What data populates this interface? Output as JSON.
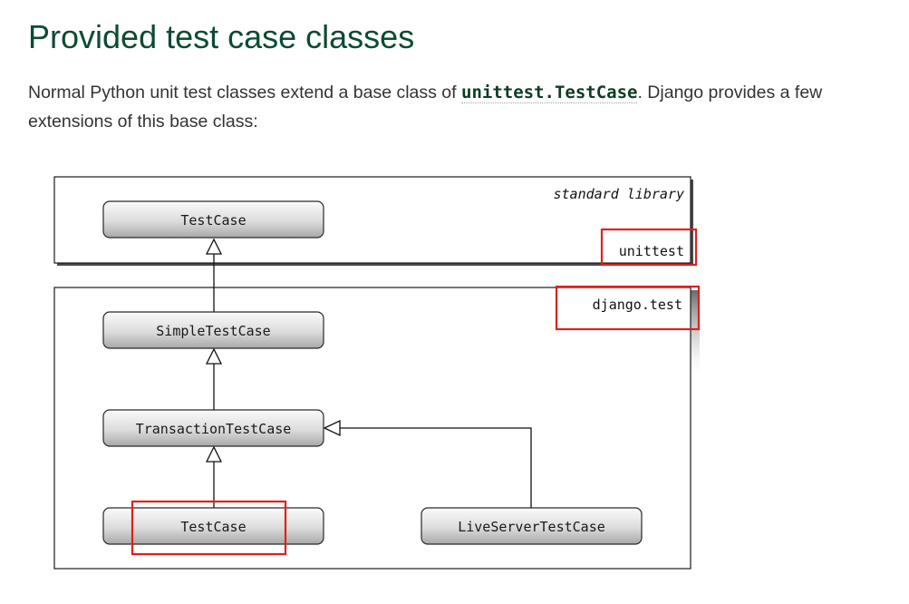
{
  "heading": "Provided test case classes",
  "intro": {
    "text_before": "Normal Python unit test classes extend a base class of ",
    "code_link": "unittest.TestCase",
    "text_after": ". Django provides a few extensions of this base class:"
  },
  "diagram": {
    "packages": {
      "unittest": {
        "name": "unittest",
        "stereotype": "standard library"
      },
      "django_test": {
        "name": "django.test"
      }
    },
    "classes": {
      "unittest_testcase": "TestCase",
      "simple_testcase": "SimpleTestCase",
      "transaction_testcase": "TransactionTestCase",
      "django_testcase": "TestCase",
      "live_server_testcase": "LiveServerTestCase"
    },
    "inheritance": [
      {
        "child": "SimpleTestCase",
        "parent": "unittest.TestCase"
      },
      {
        "child": "TransactionTestCase",
        "parent": "SimpleTestCase"
      },
      {
        "child": "TestCase",
        "parent": "TransactionTestCase"
      },
      {
        "child": "LiveServerTestCase",
        "parent": "TransactionTestCase"
      }
    ],
    "highlight_color": "#e0201b"
  }
}
